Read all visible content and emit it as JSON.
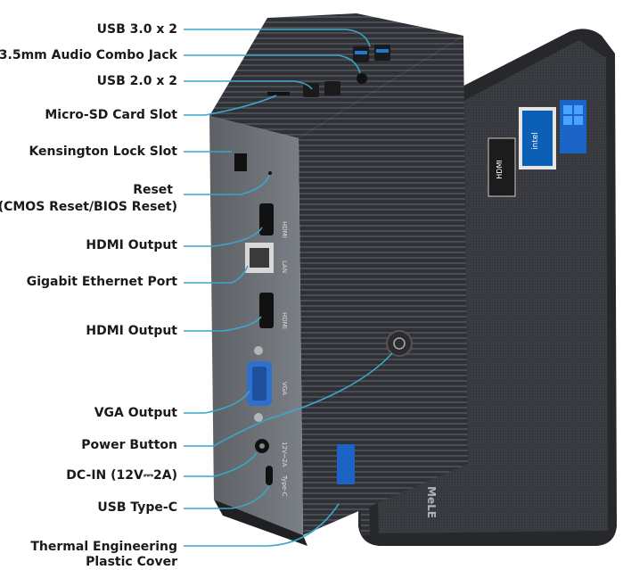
{
  "labels": [
    {
      "id": "usb3",
      "text": "USB 3.0 x 2"
    },
    {
      "id": "audio",
      "text": "3.5mm Audio Combo Jack"
    },
    {
      "id": "usb2",
      "text": "USB 2.0 x 2"
    },
    {
      "id": "microsd",
      "text": "Micro-SD Card Slot"
    },
    {
      "id": "kensington",
      "text": "Kensington Lock Slot"
    },
    {
      "id": "reset1",
      "text": "Reset"
    },
    {
      "id": "reset2",
      "text": "(CMOS Reset/BIOS Reset)"
    },
    {
      "id": "hdmi1",
      "text": "HDMI Output"
    },
    {
      "id": "ethernet",
      "text": "Gigabit Ethernet Port"
    },
    {
      "id": "hdmi2",
      "text": "HDMI Output"
    },
    {
      "id": "vga",
      "text": "VGA Output"
    },
    {
      "id": "power",
      "text": "Power Button"
    },
    {
      "id": "dcin",
      "text": "DC-IN (12V⎓2A)"
    },
    {
      "id": "usbc",
      "text": "USB Type-C"
    },
    {
      "id": "thermal1",
      "text": "Thermal Engineering"
    },
    {
      "id": "thermal2",
      "text": "Plastic Cover"
    }
  ],
  "device_printed": {
    "hdmi_port_label": "HDMI",
    "lan_port_label": "LAN",
    "vga_port_label": "VGA",
    "power_port_label": "12V⎓2A",
    "typec_port_label": "Type-C",
    "brand_mark": "MeLE",
    "sticker_intel": "intel",
    "sticker_hdmi": "HDMI"
  },
  "colors": {
    "callout_line": "#3aa7c9",
    "case_dark": "#2b2d31",
    "panel_grey": "#6e7277",
    "label_text": "#1a1a1a",
    "win_blue": "#1b64c6"
  }
}
